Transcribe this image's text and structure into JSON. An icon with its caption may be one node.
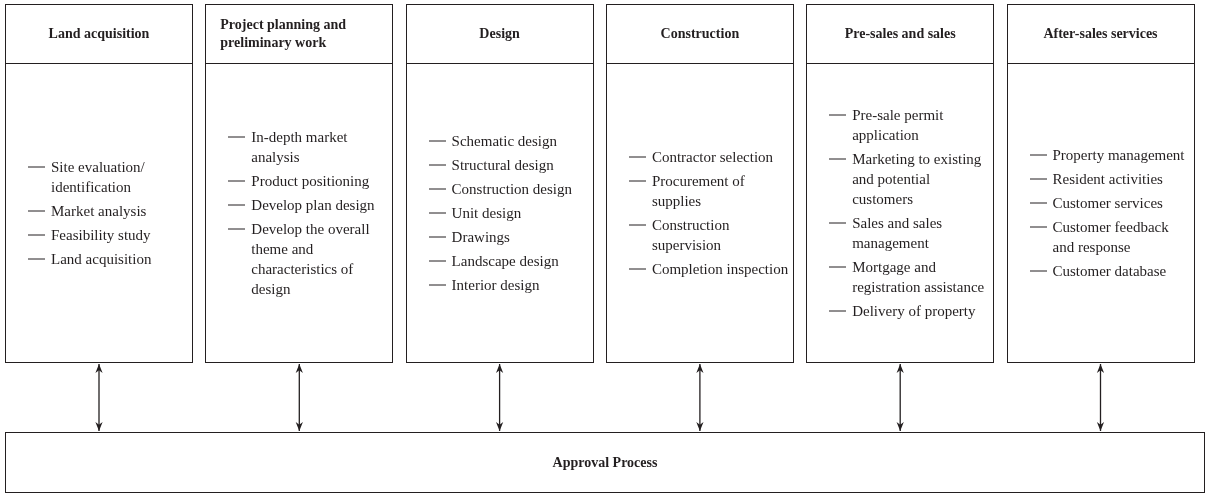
{
  "diagram": {
    "nodes": [
      {
        "text": [
          "Land acquisition",
          "Site evaluation/ identification",
          "Market analysis",
          "Feasibility study",
          "Land acquisition"
        ]
      },
      {
        "text": [
          "Project planning and preliminary work",
          "In-depth market analysis",
          "Product positioning",
          "Develop plan design",
          "Develop the overall theme and characteristics of design"
        ]
      },
      {
        "text": [
          "Design",
          "Schematic design",
          "Structural design",
          "Construction design",
          "Unit design",
          "Drawings",
          "Landscape design",
          "Interior design"
        ]
      },
      {
        "text": [
          "Construction",
          "Contractor selection",
          "Procurement of supplies",
          "Construction supervision",
          "Completion inspection"
        ]
      },
      {
        "text": [
          "Pre-sales and sales",
          "Pre-sale permit application",
          "Marketing to existing and potential customers",
          "Sales and sales management",
          "Mortgage and registration assistance",
          "Delivery of property"
        ]
      },
      {
        "text": [
          "After-sales services",
          "Property management",
          "Resident activities",
          "Customer services",
          "Customer feedback and response",
          "Customer database"
        ]
      },
      {
        "text": [
          "Approval Process"
        ]
      }
    ],
    "edges": [
      {
        "from": 0,
        "to": 6,
        "arrow": "both"
      },
      {
        "from": 1,
        "to": 6,
        "arrow": "both"
      },
      {
        "from": 2,
        "to": 6,
        "arrow": "both"
      },
      {
        "from": 3,
        "to": 6,
        "arrow": "both"
      },
      {
        "from": 4,
        "to": 6,
        "arrow": "both"
      },
      {
        "from": 5,
        "to": 6,
        "arrow": "both"
      }
    ]
  }
}
